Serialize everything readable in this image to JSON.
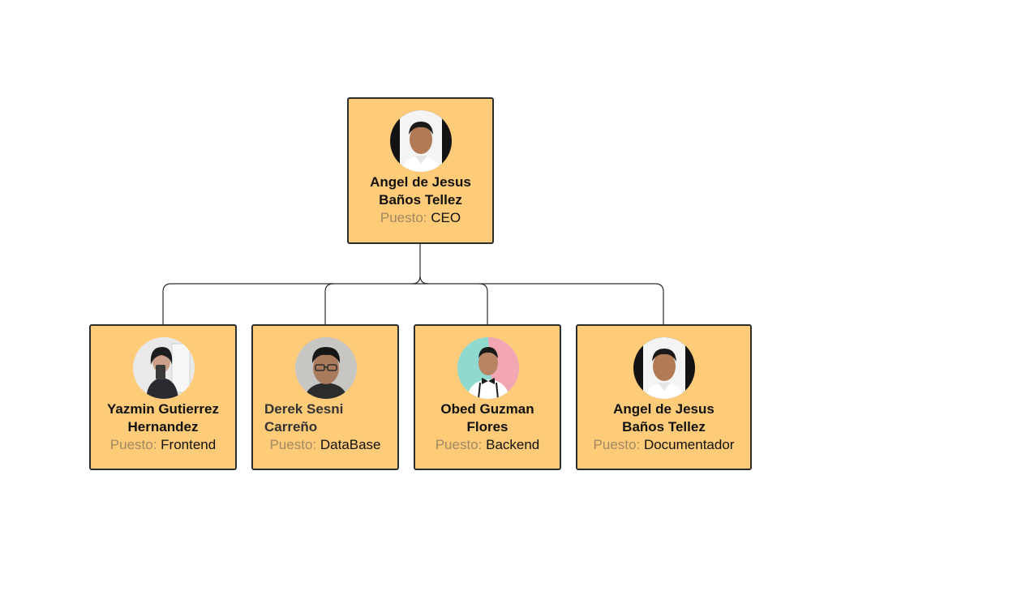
{
  "role_label": "Puesto:",
  "colors": {
    "card_fill": "#fecb79",
    "card_border": "#2d2d2d",
    "label": "#a08862",
    "text": "#111111",
    "connector": "#2d2d2d"
  },
  "root": {
    "name_lines": [
      "Angel de Jesus",
      "Baños Tellez"
    ],
    "role": "CEO",
    "photo": "man-dark-background"
  },
  "children": [
    {
      "name_lines": [
        "Yazmin Gutierrez",
        "Hernandez"
      ],
      "role": "Frontend",
      "photo": "woman-mirror-selfie"
    },
    {
      "name_lines": [
        "Derek Sesni",
        "Carreño"
      ],
      "role": "DataBase",
      "photo": "man-glasses"
    },
    {
      "name_lines": [
        "Obed Guzman",
        "Flores"
      ],
      "role": "Backend",
      "photo": "man-bowtie-suspenders"
    },
    {
      "name_lines": [
        "Angel de Jesus",
        "Baños Tellez"
      ],
      "role": "Documentador",
      "photo": "man-dark-background"
    }
  ]
}
